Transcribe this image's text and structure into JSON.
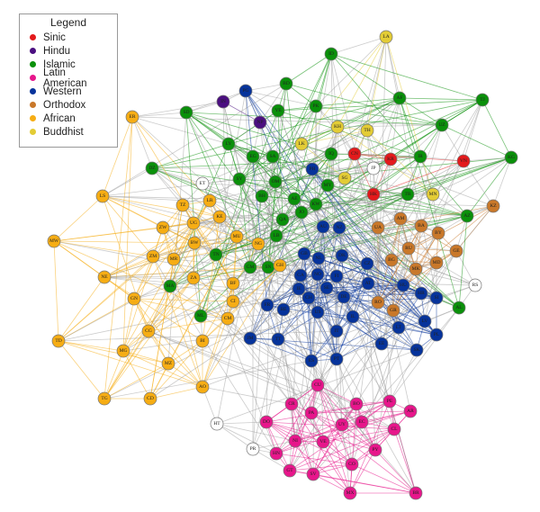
{
  "legend": {
    "title": "Legend",
    "items": [
      {
        "key": "sinic",
        "label": "Sinic",
        "color": "#e31a1c"
      },
      {
        "key": "hindu",
        "label": "Hindu",
        "color": "#4b0f80"
      },
      {
        "key": "islamic",
        "label": "Islamic",
        "color": "#0a900a"
      },
      {
        "key": "latin",
        "label": "Latin American",
        "color": "#e7168b"
      },
      {
        "key": "western",
        "label": "Western",
        "color": "#06339b"
      },
      {
        "key": "orthodox",
        "label": "Orthodox",
        "color": "#c9782a"
      },
      {
        "key": "african",
        "label": "African",
        "color": "#f6ad14"
      },
      {
        "key": "buddhist",
        "label": "Buddhist",
        "color": "#e3cc35"
      }
    ]
  },
  "colors": {
    "none": "#ffffff",
    "edge_other": "#9a9a9a"
  },
  "nodes": [
    {
      "id": "ER",
      "civ": "african"
    },
    {
      "id": "SD",
      "civ": "islamic"
    },
    {
      "id": "IN",
      "civ": "hindu"
    },
    {
      "id": "PG",
      "civ": "western"
    },
    {
      "id": "NP",
      "civ": "hindu"
    },
    {
      "id": "LY",
      "civ": "islamic"
    },
    {
      "id": "EG",
      "civ": "islamic"
    },
    {
      "id": "DZ",
      "civ": "islamic"
    },
    {
      "id": "SY",
      "civ": "islamic"
    },
    {
      "id": "ET",
      "civ": "none"
    },
    {
      "id": "BH",
      "civ": "islamic"
    },
    {
      "id": "LS",
      "civ": "african"
    },
    {
      "id": "TZ",
      "civ": "african"
    },
    {
      "id": "LR",
      "civ": "african"
    },
    {
      "id": "KE",
      "civ": "african"
    },
    {
      "id": "UG",
      "civ": "african"
    },
    {
      "id": "ZW",
      "civ": "african"
    },
    {
      "id": "MU",
      "civ": "african"
    },
    {
      "id": "MW",
      "civ": "african"
    },
    {
      "id": "BW",
      "civ": "african"
    },
    {
      "id": "NG",
      "civ": "african"
    },
    {
      "id": "BD",
      "civ": "islamic"
    },
    {
      "id": "YE",
      "civ": "islamic"
    },
    {
      "id": "PK",
      "civ": "islamic"
    },
    {
      "id": "LK",
      "civ": "buddhist"
    },
    {
      "id": "IQ",
      "civ": "islamic"
    },
    {
      "id": "SA",
      "civ": "islamic"
    },
    {
      "id": "PH",
      "civ": "western"
    },
    {
      "id": "OM",
      "civ": "islamic"
    },
    {
      "id": "MY",
      "civ": "islamic"
    },
    {
      "id": "AE",
      "civ": "islamic"
    },
    {
      "id": "KW",
      "civ": "islamic"
    },
    {
      "id": "JO",
      "civ": "islamic"
    },
    {
      "id": "QA",
      "civ": "islamic"
    },
    {
      "id": "AU",
      "civ": "western"
    },
    {
      "id": "NZ",
      "civ": "western"
    },
    {
      "id": "LB",
      "civ": "islamic"
    },
    {
      "id": "TN",
      "civ": "islamic"
    },
    {
      "id": "GM",
      "civ": "islamic"
    },
    {
      "id": "SN",
      "civ": "islamic"
    },
    {
      "id": "GH",
      "civ": "african"
    },
    {
      "id": "LA",
      "civ": "buddhist"
    },
    {
      "id": "ID",
      "civ": "islamic"
    },
    {
      "id": "AF",
      "civ": "islamic"
    },
    {
      "id": "TJ",
      "civ": "islamic"
    },
    {
      "id": "UZ",
      "civ": "islamic"
    },
    {
      "id": "KH",
      "civ": "buddhist"
    },
    {
      "id": "TH",
      "civ": "buddhist"
    },
    {
      "id": "CN",
      "civ": "sinic"
    },
    {
      "id": "KR",
      "civ": "sinic"
    },
    {
      "id": "IR",
      "civ": "islamic"
    },
    {
      "id": "VN",
      "civ": "sinic"
    },
    {
      "id": "KG",
      "civ": "islamic"
    },
    {
      "id": "JP",
      "civ": "none"
    },
    {
      "id": "SG",
      "civ": "buddhist"
    },
    {
      "id": "HK",
      "civ": "sinic"
    },
    {
      "id": "TR",
      "civ": "islamic"
    },
    {
      "id": "MN",
      "civ": "buddhist"
    },
    {
      "id": "KZ",
      "civ": "orthodox"
    },
    {
      "id": "AZ",
      "civ": "islamic"
    },
    {
      "id": "AM",
      "civ": "orthodox"
    },
    {
      "id": "UA",
      "civ": "orthodox"
    },
    {
      "id": "BA",
      "civ": "orthodox"
    },
    {
      "id": "BY",
      "civ": "orthodox"
    },
    {
      "id": "RU",
      "civ": "orthodox"
    },
    {
      "id": "GE",
      "civ": "orthodox"
    },
    {
      "id": "BG",
      "civ": "orthodox"
    },
    {
      "id": "MD",
      "civ": "orthodox"
    },
    {
      "id": "MK",
      "civ": "orthodox"
    },
    {
      "id": "CZ",
      "civ": "western"
    },
    {
      "id": "AT",
      "civ": "western"
    },
    {
      "id": "HU",
      "civ": "western"
    },
    {
      "id": "HR",
      "civ": "western"
    },
    {
      "id": "SI",
      "civ": "western"
    },
    {
      "id": "RS",
      "civ": "none"
    },
    {
      "id": "AL",
      "civ": "islamic"
    },
    {
      "id": "RO",
      "civ": "orthodox"
    },
    {
      "id": "GR",
      "civ": "orthodox"
    },
    {
      "id": "LV",
      "civ": "western"
    },
    {
      "id": "LT",
      "civ": "western"
    },
    {
      "id": "PL",
      "civ": "western"
    },
    {
      "id": "GB",
      "civ": "western"
    },
    {
      "id": "NL",
      "civ": "western"
    },
    {
      "id": "DK",
      "civ": "western"
    },
    {
      "id": "CA",
      "civ": "western"
    },
    {
      "id": "NO",
      "civ": "western"
    },
    {
      "id": "FI",
      "civ": "western"
    },
    {
      "id": "IE",
      "civ": "western"
    },
    {
      "id": "SE",
      "civ": "western"
    },
    {
      "id": "CH",
      "civ": "western"
    },
    {
      "id": "DE",
      "civ": "western"
    },
    {
      "id": "FR",
      "civ": "western"
    },
    {
      "id": "BE",
      "civ": "western"
    },
    {
      "id": "US",
      "civ": "western"
    },
    {
      "id": "IL",
      "civ": "western"
    },
    {
      "id": "EE",
      "civ": "western"
    },
    {
      "id": "SK",
      "civ": "western"
    },
    {
      "id": "IT",
      "civ": "western"
    },
    {
      "id": "JM",
      "civ": "western"
    },
    {
      "id": "TT",
      "civ": "western"
    },
    {
      "id": "ES",
      "civ": "western"
    },
    {
      "id": "PT",
      "civ": "western"
    },
    {
      "id": "ZM",
      "civ": "african"
    },
    {
      "id": "MR",
      "civ": "african"
    },
    {
      "id": "NE",
      "civ": "african"
    },
    {
      "id": "MA",
      "civ": "islamic"
    },
    {
      "id": "ZA",
      "civ": "african"
    },
    {
      "id": "BF",
      "civ": "african"
    },
    {
      "id": "GN",
      "civ": "african"
    },
    {
      "id": "CI",
      "civ": "african"
    },
    {
      "id": "ML",
      "civ": "islamic"
    },
    {
      "id": "CM",
      "civ": "african"
    },
    {
      "id": "CG",
      "civ": "african"
    },
    {
      "id": "TD",
      "civ": "african"
    },
    {
      "id": "BI",
      "civ": "african"
    },
    {
      "id": "MG",
      "civ": "african"
    },
    {
      "id": "MZ",
      "civ": "african"
    },
    {
      "id": "AO",
      "civ": "african"
    },
    {
      "id": "TG",
      "civ": "african"
    },
    {
      "id": "CD",
      "civ": "african"
    },
    {
      "id": "CU",
      "civ": "latin"
    },
    {
      "id": "CR",
      "civ": "latin"
    },
    {
      "id": "BO",
      "civ": "latin"
    },
    {
      "id": "PE",
      "civ": "latin"
    },
    {
      "id": "AR",
      "civ": "latin"
    },
    {
      "id": "PA",
      "civ": "latin"
    },
    {
      "id": "DO",
      "civ": "latin"
    },
    {
      "id": "HT",
      "civ": "none"
    },
    {
      "id": "UY",
      "civ": "latin"
    },
    {
      "id": "EC",
      "civ": "latin"
    },
    {
      "id": "CL",
      "civ": "latin"
    },
    {
      "id": "NI",
      "civ": "latin"
    },
    {
      "id": "VE",
      "civ": "latin"
    },
    {
      "id": "PR",
      "civ": "none"
    },
    {
      "id": "HN",
      "civ": "latin"
    },
    {
      "id": "PY",
      "civ": "latin"
    },
    {
      "id": "CO",
      "civ": "latin"
    },
    {
      "id": "GT",
      "civ": "latin"
    },
    {
      "id": "SV",
      "civ": "latin"
    },
    {
      "id": "MX",
      "civ": "latin"
    },
    {
      "id": "BR",
      "civ": "latin"
    }
  ]
}
